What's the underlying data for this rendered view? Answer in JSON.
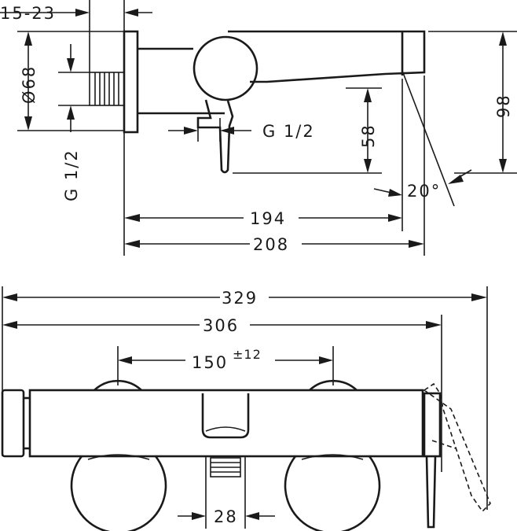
{
  "side_view": {
    "dim_wall_depth": "15-23",
    "dim_diameter": "Ø68",
    "dim_thread_inlet": "G 1/2",
    "dim_thread_outlet": "G 1/2",
    "dim_spout_height": "58",
    "dim_total_height": "98",
    "dim_angle": "20°",
    "dim_projection_inner": "194",
    "dim_projection_outer": "208"
  },
  "top_view": {
    "dim_total_width": "329",
    "dim_body_width": "306",
    "dim_centers": "150",
    "dim_centers_tolerance": "±12",
    "dim_outlet_width": "28"
  },
  "colors": {
    "line": "#1a1a1a",
    "background": "#ffffff"
  }
}
